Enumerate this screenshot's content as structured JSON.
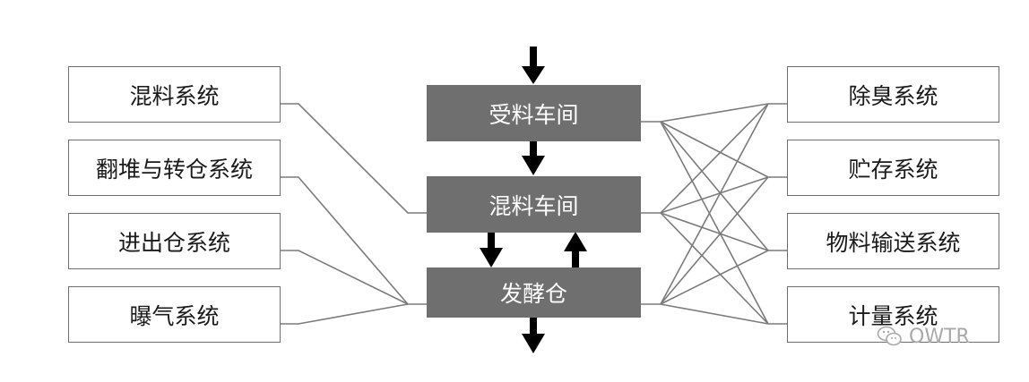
{
  "left_systems": [
    "混料系统",
    "翻堆与转仓系统",
    "进出仓系统",
    "曝气系统"
  ],
  "center_stages": [
    "受料车间",
    "混料车间",
    "发酵仓"
  ],
  "right_systems": [
    "除臭系统",
    "贮存系统",
    "物料输送系统",
    "计量系统"
  ],
  "watermark": {
    "text": "OWTR",
    "icon": "wechat-icon"
  },
  "colors": {
    "core_fill": "#6f6f6f",
    "line": "#7a7a7a",
    "arrow": "#000000"
  }
}
